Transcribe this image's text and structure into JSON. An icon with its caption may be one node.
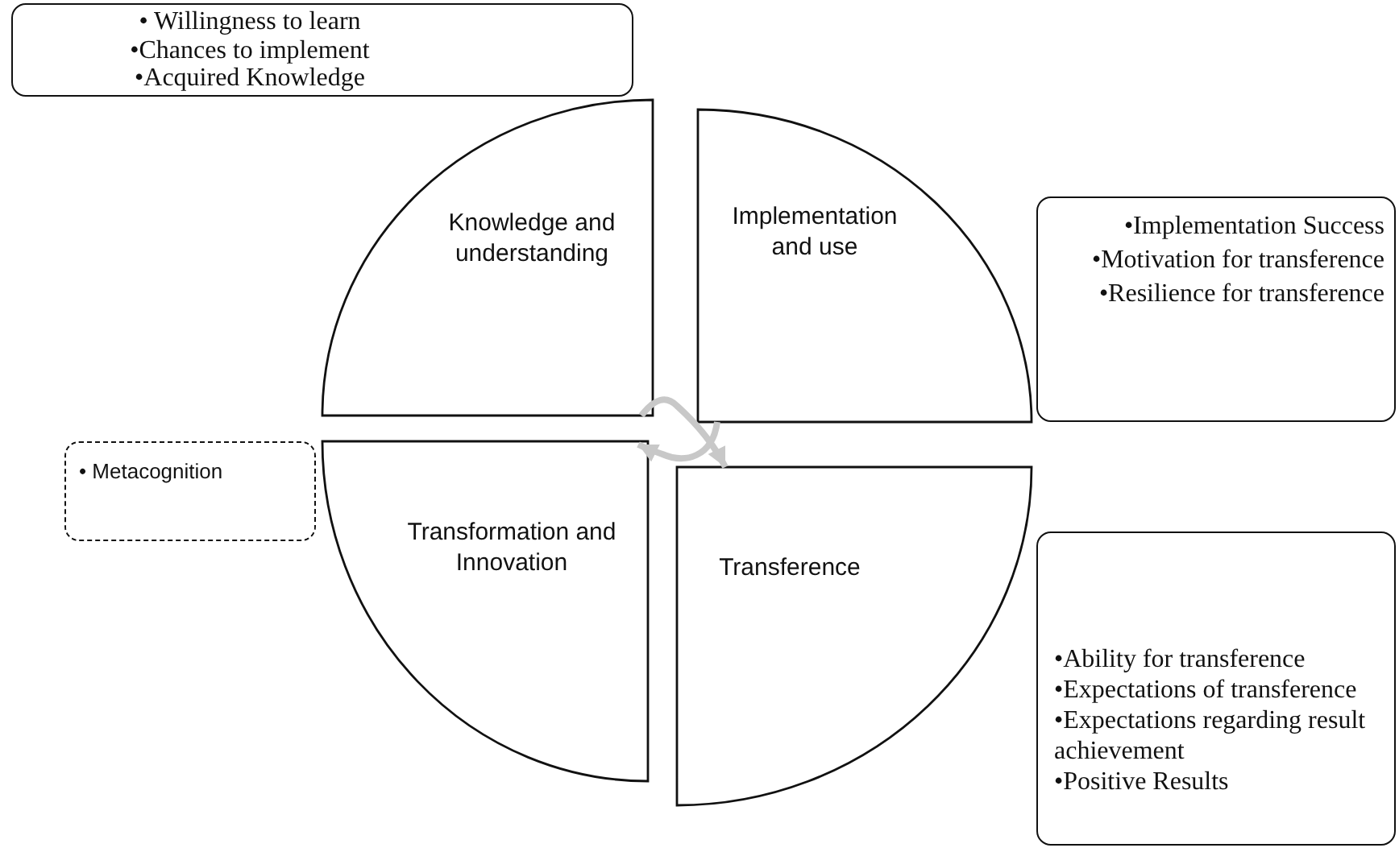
{
  "diagram": {
    "nodes": [
      {
        "text": [
          "• Willingness to learn",
          "•Chances  to implement",
          "•Acquired Knowledge"
        ]
      },
      {
        "text": [
          "Knowledge and understanding"
        ]
      },
      {
        "text": [
          "Implementation and use"
        ]
      },
      {
        "text": [
          "•Implementation Success",
          "•Motivation for transference",
          "•Resilience for transference"
        ]
      },
      {
        "text": [
          "• Metacognition"
        ]
      },
      {
        "text": [
          "Transformation and Innovation"
        ]
      },
      {
        "text": [
          "Transference"
        ]
      },
      {
        "text": [
          "•Ability for transference",
          "•Expectations of transference",
          "•Expectations regarding result achievement",
          "•Positive Results"
        ]
      }
    ],
    "edges": [
      {
        "from": 1,
        "to": 6,
        "arrow": "to"
      },
      {
        "from": 2,
        "to": 5,
        "arrow": "to"
      }
    ]
  }
}
